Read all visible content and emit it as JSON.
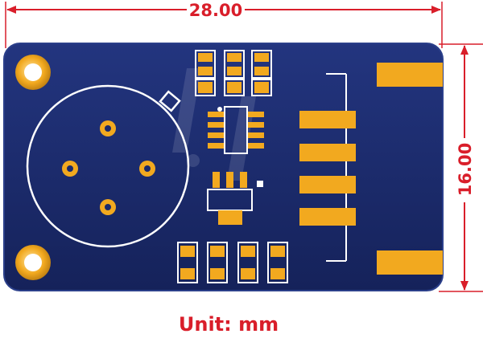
{
  "dimensions": {
    "width_label": "28.00",
    "height_label": "16.00"
  },
  "caption": "Unit: mm",
  "colors": {
    "board": "#1a2a6c",
    "board_edge": "#2b3f8a",
    "pad": "#f2a91f",
    "silkscreen": "#ffffff",
    "dimension": "#d91e2a"
  }
}
